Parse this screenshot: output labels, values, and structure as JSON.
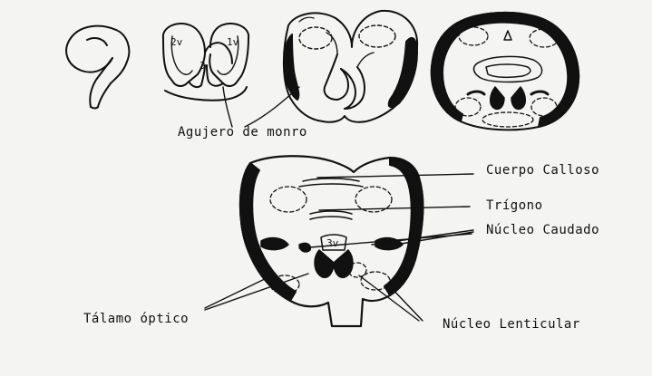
{
  "labels": {
    "agujero": "Agujero de monro",
    "cuerpo": "Cuerpo Calloso",
    "trigono": "Trígono",
    "caudado": "Núcleo Caudado",
    "talamo": "Tálamo óptico",
    "lenticular": "Núcleo Lenticular"
  },
  "ventricles": {
    "left": "2v",
    "right": "1v",
    "third": "3",
    "third_lower": "3v"
  },
  "colors": {
    "ink": "#111111",
    "paper": "#f4f4f2"
  }
}
